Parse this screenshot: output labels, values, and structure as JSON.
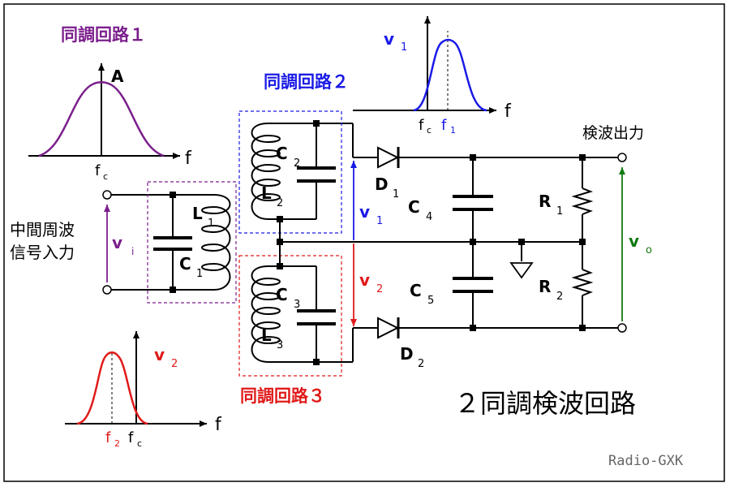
{
  "title": "２同調検波回路",
  "credit": "Radio-GXK",
  "labels": {
    "tuned1": "同調回路１",
    "tuned2": "同調回路２",
    "tuned3": "同調回路３",
    "output": "検波出力",
    "input_l1": "中間周波",
    "input_l2": "信号入力"
  },
  "graphs": {
    "g1": {
      "ylabel": "A",
      "xlabel": "f",
      "tick": "f",
      "tick_sub": "c"
    },
    "g2": {
      "ylabel": "v",
      "ylabel_sub": "1",
      "xlabel": "f",
      "tick1": "f",
      "tick1_sub": "c",
      "tick2": "f",
      "tick2_sub": "1"
    },
    "g3": {
      "ylabel": "v",
      "ylabel_sub": "2",
      "xlabel": "f",
      "tick1": "f",
      "tick1_sub": "2",
      "tick2": "f",
      "tick2_sub": "c"
    }
  },
  "components": {
    "L1": {
      "letter": "L",
      "sub": "1"
    },
    "C1": {
      "letter": "C",
      "sub": "1"
    },
    "L2": {
      "letter": "L",
      "sub": "2"
    },
    "C2": {
      "letter": "C",
      "sub": "2"
    },
    "L3": {
      "letter": "L",
      "sub": "3"
    },
    "C3": {
      "letter": "C",
      "sub": "3"
    },
    "D1": {
      "letter": "D",
      "sub": "1"
    },
    "D2": {
      "letter": "D",
      "sub": "2"
    },
    "C4": {
      "letter": "C",
      "sub": "4"
    },
    "C5": {
      "letter": "C",
      "sub": "5"
    },
    "R1": {
      "letter": "R",
      "sub": "1"
    },
    "R2": {
      "letter": "R",
      "sub": "2"
    }
  },
  "voltages": {
    "vi": {
      "letter": "v",
      "sub": "i"
    },
    "v1": {
      "letter": "v",
      "sub": "1"
    },
    "v2": {
      "letter": "v",
      "sub": "2"
    },
    "vo": {
      "letter": "v",
      "sub": "o"
    }
  },
  "colors": {
    "purple": "#7b1f8c",
    "blue": "#1a1ae6",
    "red": "#e01a1a",
    "green": "#117a11",
    "black": "#000000",
    "credit": "#666666"
  }
}
